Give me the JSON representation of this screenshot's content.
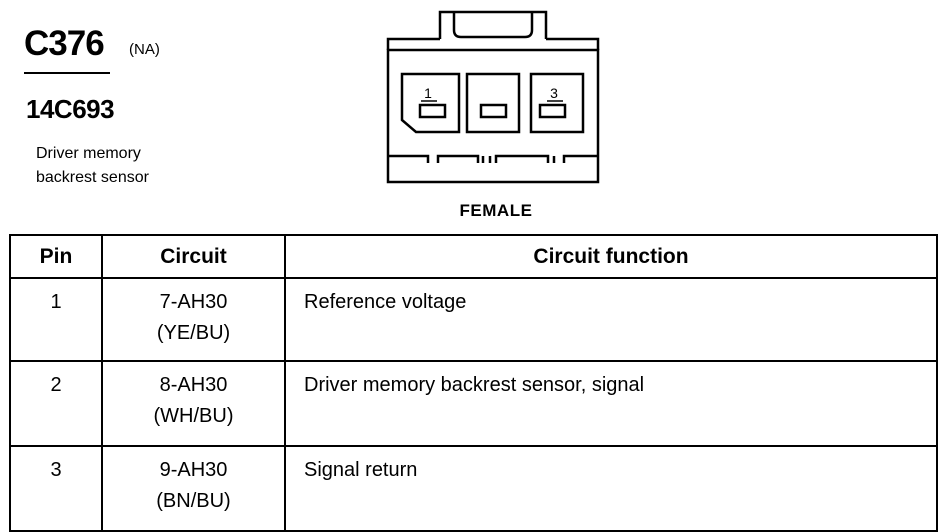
{
  "connector": {
    "id": "C376",
    "market": "(NA)",
    "part_number": "14C693",
    "description": "Driver memory\nbackrest sensor",
    "gender": "FEMALE",
    "cavity_labels": [
      "1",
      "",
      "3"
    ]
  },
  "table": {
    "headers": {
      "pin": "Pin",
      "circuit": "Circuit",
      "function": "Circuit function"
    },
    "rows": [
      {
        "pin": "1",
        "circuit": "7-AH30",
        "color": "(YE/BU)",
        "function": "Reference voltage"
      },
      {
        "pin": "2",
        "circuit": "8-AH30",
        "color": "(WH/BU)",
        "function": "Driver memory backrest sensor, signal"
      },
      {
        "pin": "3",
        "circuit": "9-AH30",
        "color": "(BN/BU)",
        "function": "Signal return"
      }
    ]
  }
}
